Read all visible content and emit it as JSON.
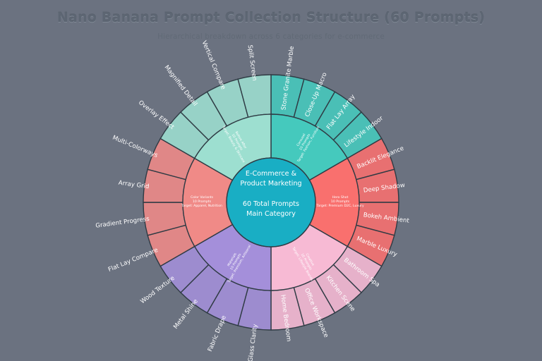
{
  "header": {
    "title": "Nano Banana Prompt Collection Structure (60 Prompts)",
    "subtitle": "Hierarchical breakdown across 6 categories for e-commerce"
  },
  "hub": {
    "line1": "E-Commerce &",
    "line2": "Product Marketing",
    "line3": "60 Total Prompts",
    "line4": "Main Category",
    "color": "#19aec4"
  },
  "chart_data": {
    "type": "pie",
    "title": "Nano Banana Prompt Collection Structure (60 Prompts)",
    "subtitle": "Hierarchical breakdown across 6 categories for e-commerce",
    "center_label": "E-Commerce & Product Marketing",
    "center_value": "60 Total Prompts",
    "center_sublabel": "Main Category",
    "total_prompts": 60,
    "legend_position": "none",
    "grid": false,
    "categories": [
      {
        "name": "Carousel",
        "prompts": 10,
        "target": "Target: Fashion, Furniture",
        "color": "#45c9bd",
        "start_angle": -90,
        "end_angle": -30,
        "children": [
          "Stone Granite Marble",
          "Close-Up Macro",
          "Flat Lay Array",
          "Lifestyle Indoor"
        ]
      },
      {
        "name": "Hero Shot",
        "prompts": 10,
        "target": "Target: Premium D2C, Luxury",
        "color": "#f9706e",
        "start_angle": -30,
        "end_angle": 30,
        "children": [
          "Backlit Elegance",
          "Deep Shadow",
          "Bokeh Ambient",
          "Marble Luxury"
        ]
      },
      {
        "name": "Creative",
        "prompts": 10,
        "target": "Target: Lifestyle Brands",
        "color": "#f7bad4",
        "start_angle": 30,
        "end_angle": 90,
        "children": [
          "Bathroom Spa",
          "Kitchen Scene",
          "Office Workspace",
          "Home Bedroom"
        ]
      },
      {
        "name": "Materials",
        "prompts": 10,
        "target": "Target: Premium, Artisanal",
        "color": "#a48fda",
        "start_angle": 90,
        "end_angle": 150,
        "children": [
          "Glass Clarity",
          "Fabric Drape",
          "Metal Shine",
          "Wood Texture"
        ]
      },
      {
        "name": "Color Variants",
        "prompts": 10,
        "target": "Target: Apparel, Nutrition",
        "color": "#f08a87",
        "start_angle": 150,
        "end_angle": 210,
        "children": [
          "Flat Lay Compare",
          "Gradient Progress",
          "Array Grid",
          "Multi-Colorways"
        ]
      },
      {
        "name": "Before After",
        "prompts": 10,
        "target": "Target: Beauty & Skincare",
        "color": "#9ddfd0",
        "start_angle": 210,
        "end_angle": 270,
        "children": [
          "Overlay Effect",
          "Magnified Detail",
          "Vertical Compare",
          "Split Screen"
        ]
      }
    ]
  }
}
